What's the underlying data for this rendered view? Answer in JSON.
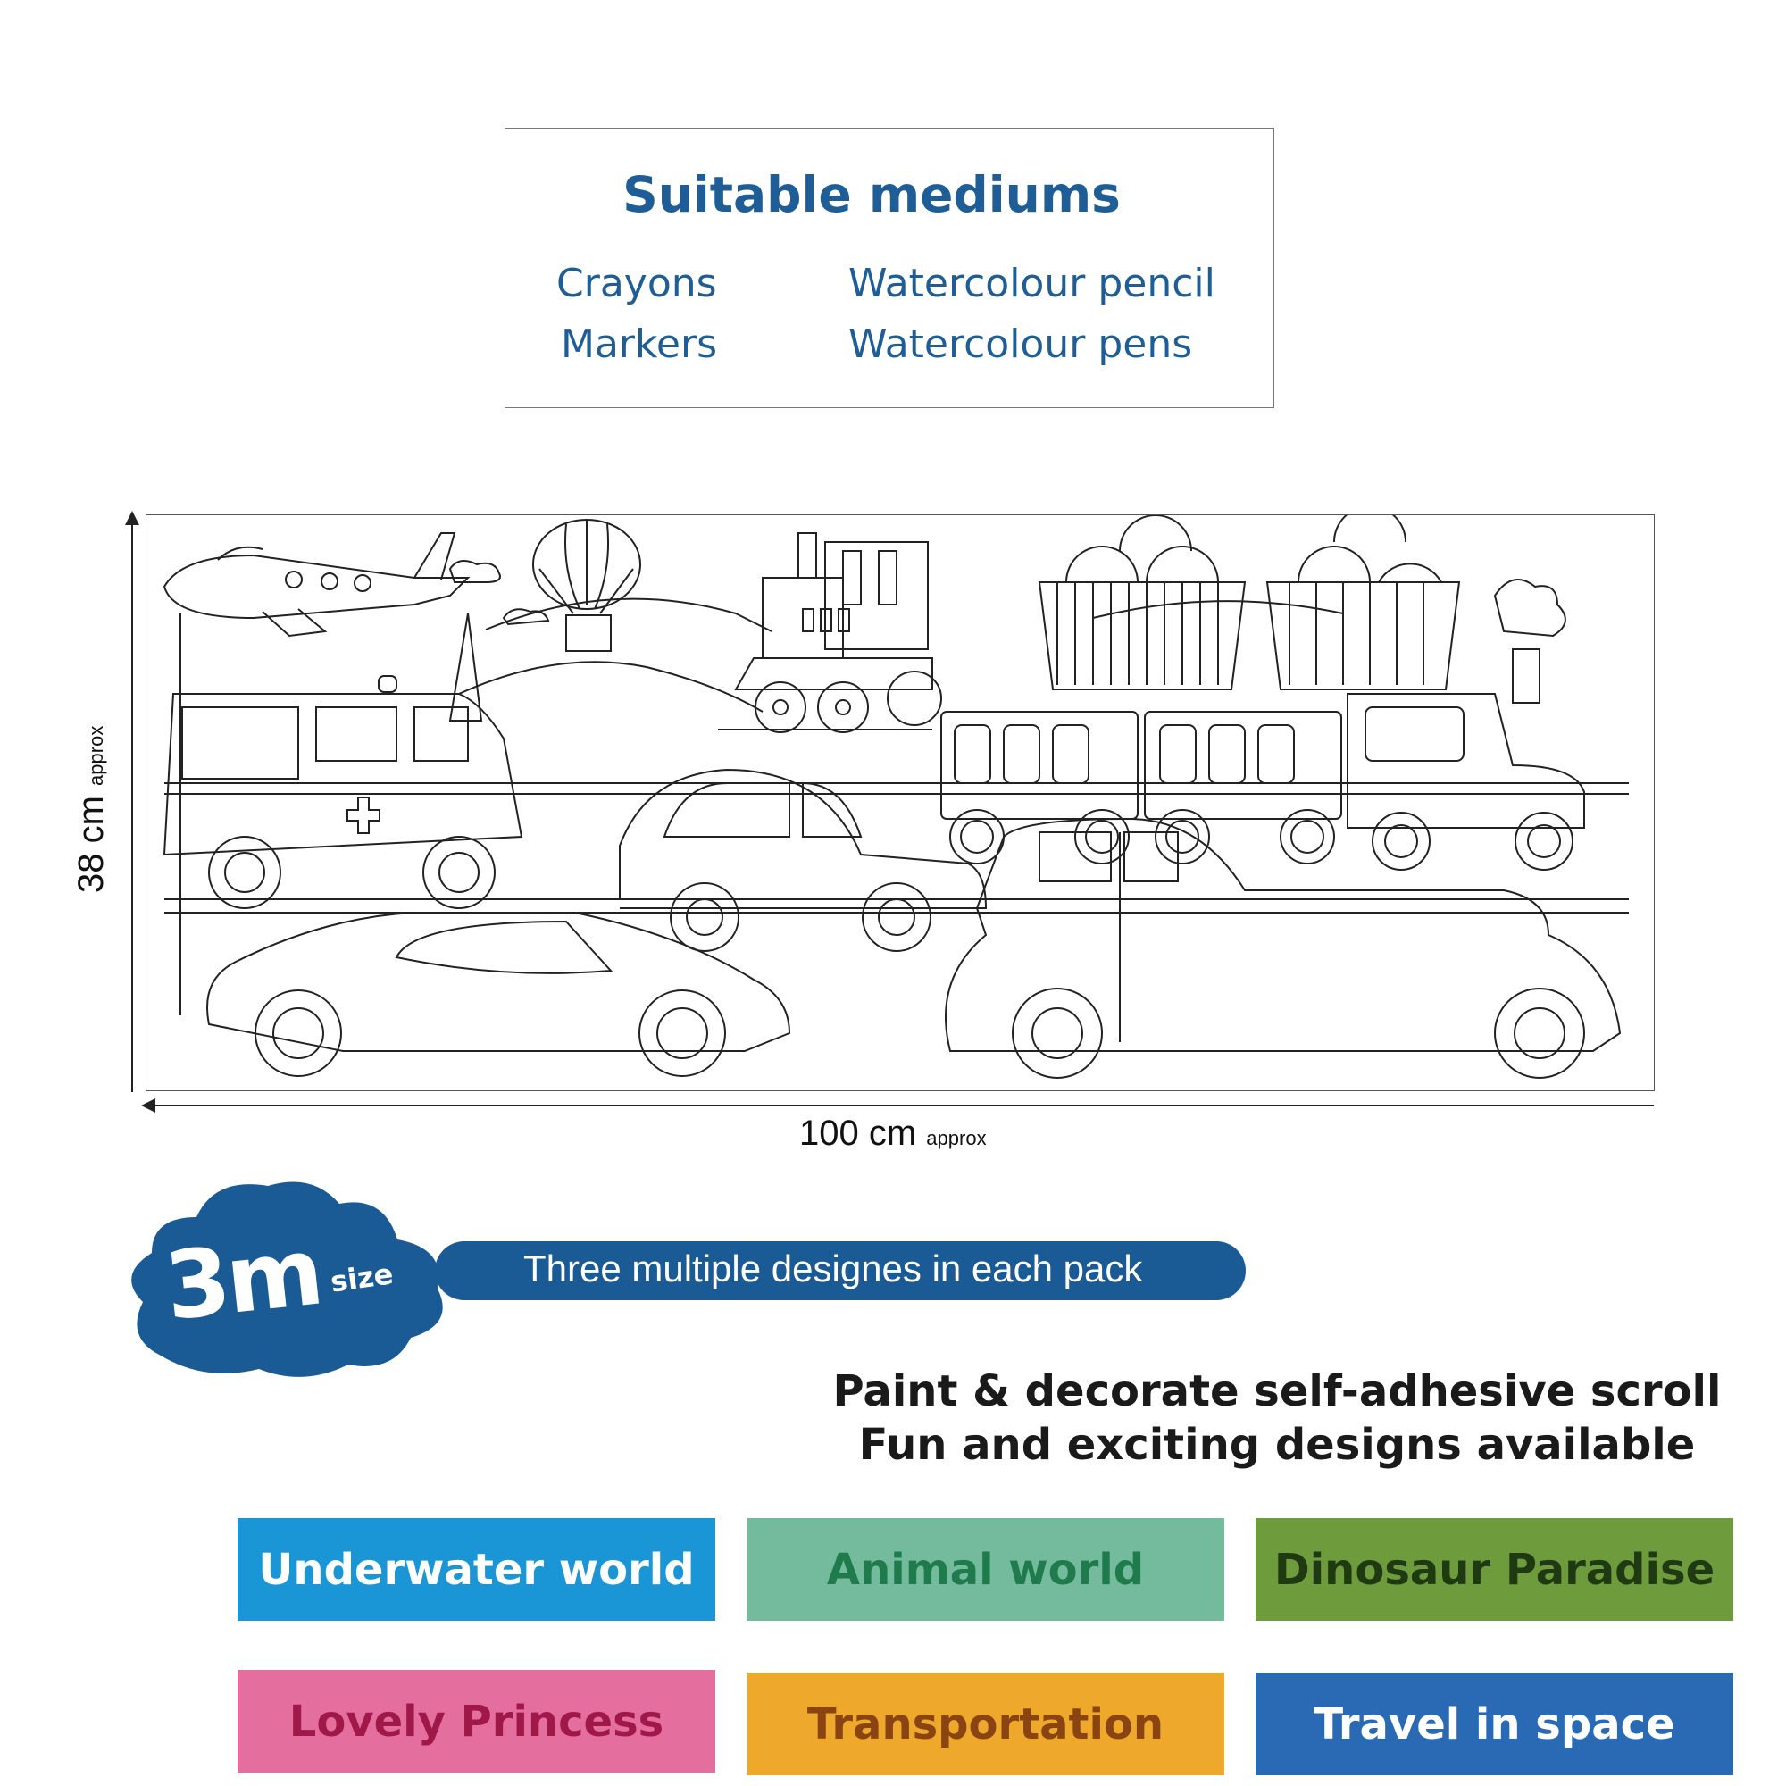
{
  "mediums": {
    "title": "Suitable mediums",
    "items": [
      "Crayons",
      "Watercolour pencil",
      "Markers",
      "Watercolour pens"
    ]
  },
  "dimensions": {
    "height_value": "38 cm",
    "height_note": "approx",
    "width_value": "100 cm",
    "width_note": "approx"
  },
  "badge": {
    "big": "3m",
    "small": "size",
    "pill_text": "Three multiple designes in each pack"
  },
  "taglines": [
    "Paint & decorate self-adhesive scroll",
    "Fun and exciting designs available"
  ],
  "designs": [
    {
      "label": "Underwater world",
      "bg": "#1a96d6",
      "fg": "#ffffff"
    },
    {
      "label": "Animal world",
      "bg": "#73bb9c",
      "fg": "#1f7a4c"
    },
    {
      "label": "Dinosaur Paradise",
      "bg": "#6e9b3c",
      "fg": "#1f3a12"
    },
    {
      "label": "Lovely Princess",
      "bg": "#e46f9e",
      "fg": "#a01848"
    },
    {
      "label": "Transportation",
      "bg": "#eea92c",
      "fg": "#8a4412"
    },
    {
      "label": "Travel in space",
      "bg": "#2a6ab4",
      "fg": "#ffffff"
    }
  ]
}
